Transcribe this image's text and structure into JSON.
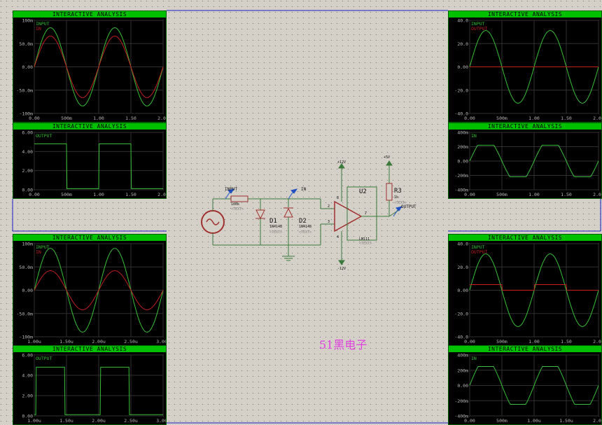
{
  "graph_header": "INTERACTIVE ANALYSIS",
  "watermark": "51黑电子",
  "colors": {
    "sheet_bg": "#d4d0c8",
    "grid_dot": "#707070",
    "wire": "#3c7a3c",
    "input_trace": "#38c038",
    "output_trace": "#c02020",
    "plot_bg": "#000000",
    "tick_text": "#b8b8b8",
    "frame_green": "#00c000",
    "watermark": "#e040e0"
  },
  "graphs": [
    {
      "id": "g1",
      "ylabels": [
        "100m",
        "50.0m",
        "0.00",
        "-50.0m",
        "-100m"
      ],
      "xlabels": [
        "0.00",
        "500m",
        "1.00",
        "1.50",
        "2.00"
      ],
      "legend": [
        {
          "text": "INPUT",
          "color": "#38c038"
        },
        {
          "text": "IN",
          "color": "#c02020"
        }
      ]
    },
    {
      "id": "g2",
      "ylabels": [
        "6.00",
        "4.00",
        "2.00",
        "0.00"
      ],
      "xlabels": [
        "0.00",
        "500m",
        "1.00",
        "1.50",
        "2.00"
      ],
      "legend": [
        {
          "text": "OUTPUT",
          "color": "#38c038"
        }
      ]
    },
    {
      "id": "g3",
      "ylabels": [
        "100m",
        "50.0m",
        "0.00",
        "-50.0m",
        "-100m"
      ],
      "xlabels": [
        "1.00u",
        "1.50u",
        "2.00u",
        "2.50u",
        "3.00u"
      ],
      "legend": [
        {
          "text": "INPUT",
          "color": "#38c038"
        },
        {
          "text": "IN",
          "color": "#c02020"
        }
      ]
    },
    {
      "id": "g4",
      "ylabels": [
        "6.00",
        "4.00",
        "2.00",
        "0.00"
      ],
      "xlabels": [
        "1.00u",
        "1.50u",
        "2.00u",
        "2.50u",
        "3.00u"
      ],
      "legend": [
        {
          "text": "OUTPUT",
          "color": "#38c038"
        }
      ]
    },
    {
      "id": "g5",
      "ylabels": [
        "40.0",
        "20.0",
        "0.00",
        "-20.0",
        "-40.0"
      ],
      "xlabels": [
        "0.00",
        "500m",
        "1.00",
        "1.50",
        "2.00"
      ],
      "legend": [
        {
          "text": "INPUT",
          "color": "#38c038"
        },
        {
          "text": "OUTPUT",
          "color": "#c02020"
        }
      ]
    },
    {
      "id": "g6",
      "ylabels": [
        "400m",
        "200m",
        "0.00",
        "-200m",
        "-400m"
      ],
      "xlabels": [
        "0.00",
        "500m",
        "1.00",
        "1.50",
        "2.00"
      ],
      "legend": [
        {
          "text": "IN",
          "color": "#38c038"
        }
      ]
    },
    {
      "id": "g7",
      "ylabels": [
        "40.0",
        "20.0",
        "0.00",
        "-20.0",
        "-40.0"
      ],
      "xlabels": [
        "0.00",
        "500m",
        "1.00",
        "1.50",
        "2.00"
      ],
      "legend": [
        {
          "text": "INPUT",
          "color": "#38c038"
        },
        {
          "text": "OUTPUT",
          "color": "#c02020"
        }
      ]
    },
    {
      "id": "g8",
      "ylabels": [
        "400m",
        "200m",
        "0.00",
        "-200m",
        "-400m"
      ],
      "xlabels": [
        "0.00",
        "500m",
        "1.00u",
        "1.50u",
        "2.00"
      ],
      "legend": [
        {
          "text": "IN",
          "color": "#38c038"
        }
      ]
    }
  ],
  "circuit": {
    "probe_input": "INPUT",
    "probe_in": "IN",
    "probe_output": "OUTPUT",
    "r_value": "100k",
    "text_tag": "<TEXT>",
    "d1_name": "D1",
    "d1_part": "1N4148",
    "d2_name": "D2",
    "d2_part": "1N4148",
    "u2_name": "U2",
    "u2_part": "LM111",
    "r3_name": "R3",
    "r3_value": "1k",
    "plus12": "+12V",
    "minus12": "-12V",
    "plus5": "+5V",
    "pin2": "2",
    "pin3": "3",
    "pin7": "7",
    "pin8": "8",
    "pin4": "4"
  }
}
